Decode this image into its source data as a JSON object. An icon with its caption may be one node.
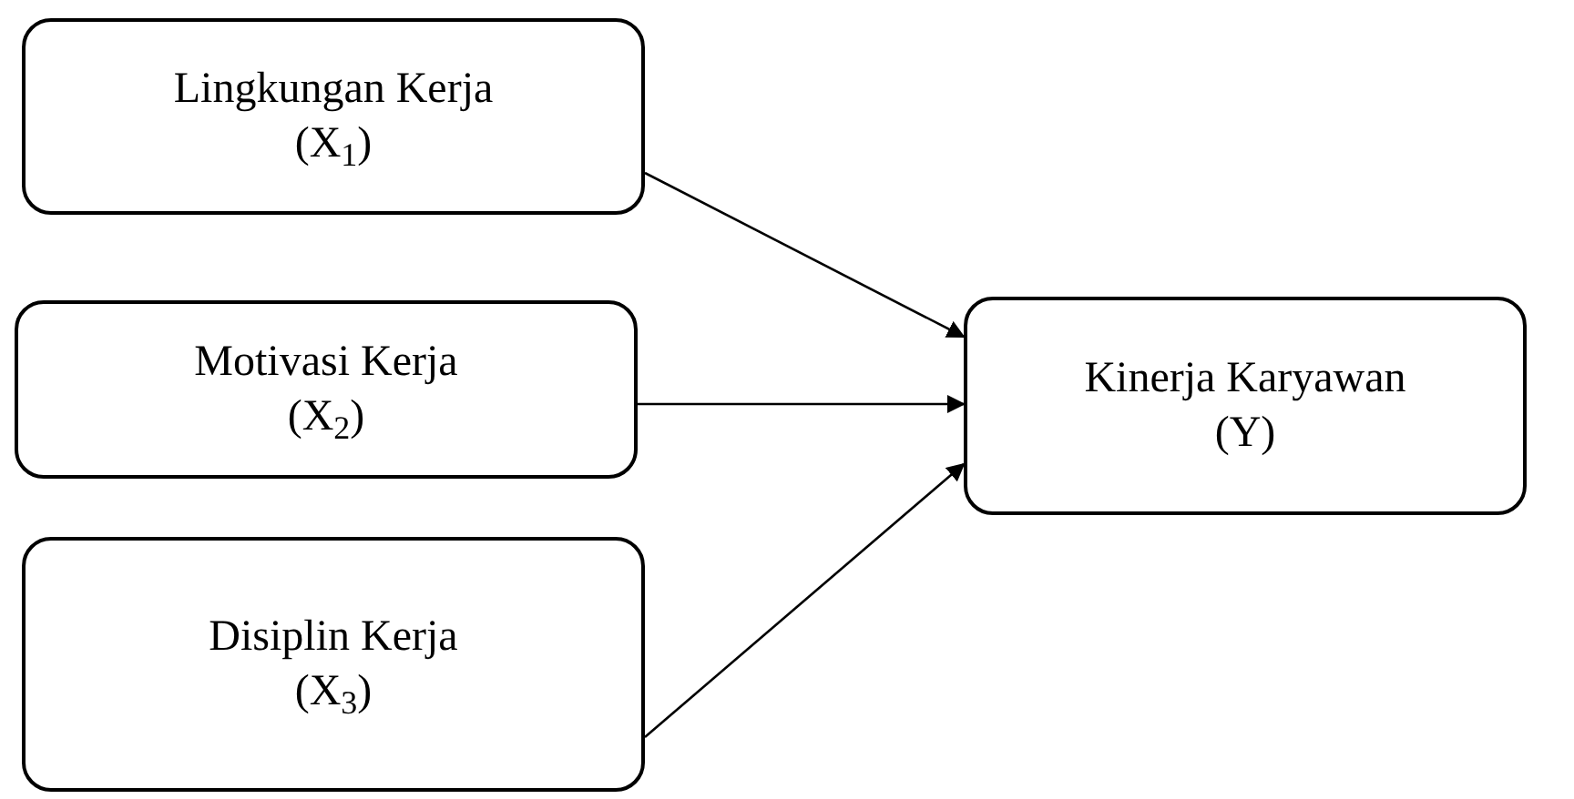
{
  "diagram": {
    "nodes": [
      {
        "text": [
          "Lingkungan Kerja",
          "(X$_{1}$)"
        ]
      },
      {
        "text": [
          "Motivasi Kerja",
          "(X$_{2}$)"
        ]
      },
      {
        "text": [
          "Disiplin Kerja",
          "(X$_{3}$)"
        ]
      },
      {
        "text": [
          "Kinerja Karyawan",
          "(Y)"
        ]
      }
    ],
    "edges": [
      {
        "from": 0,
        "to": 3,
        "arrow": "to"
      },
      {
        "from": 1,
        "to": 3,
        "arrow": "to"
      },
      {
        "from": 2,
        "to": 3,
        "arrow": "to"
      }
    ]
  }
}
